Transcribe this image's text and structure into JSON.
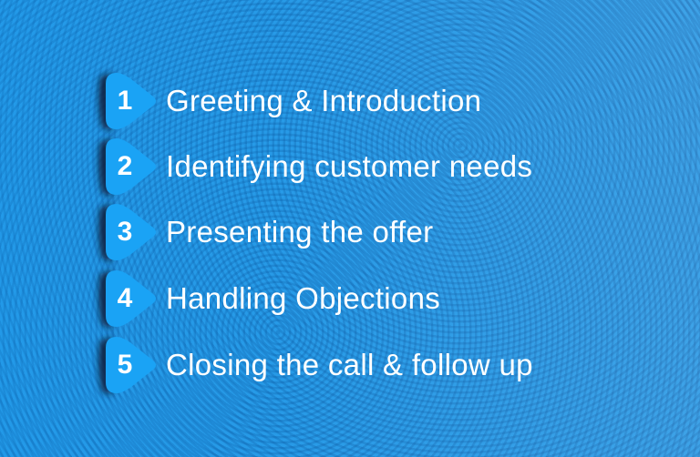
{
  "colors": {
    "background": "#2a9be6",
    "badge_fill": "#1aa3f5",
    "badge_shadow": "#0a2240",
    "text": "#ffffff"
  },
  "steps": [
    {
      "number": "1",
      "label": "Greeting & Introduction"
    },
    {
      "number": "2",
      "label": "Identifying customer needs"
    },
    {
      "number": "3",
      "label": "Presenting the offer"
    },
    {
      "number": "4",
      "label": "Handling Objections"
    },
    {
      "number": "5",
      "label": "Closing the call & follow up"
    }
  ]
}
